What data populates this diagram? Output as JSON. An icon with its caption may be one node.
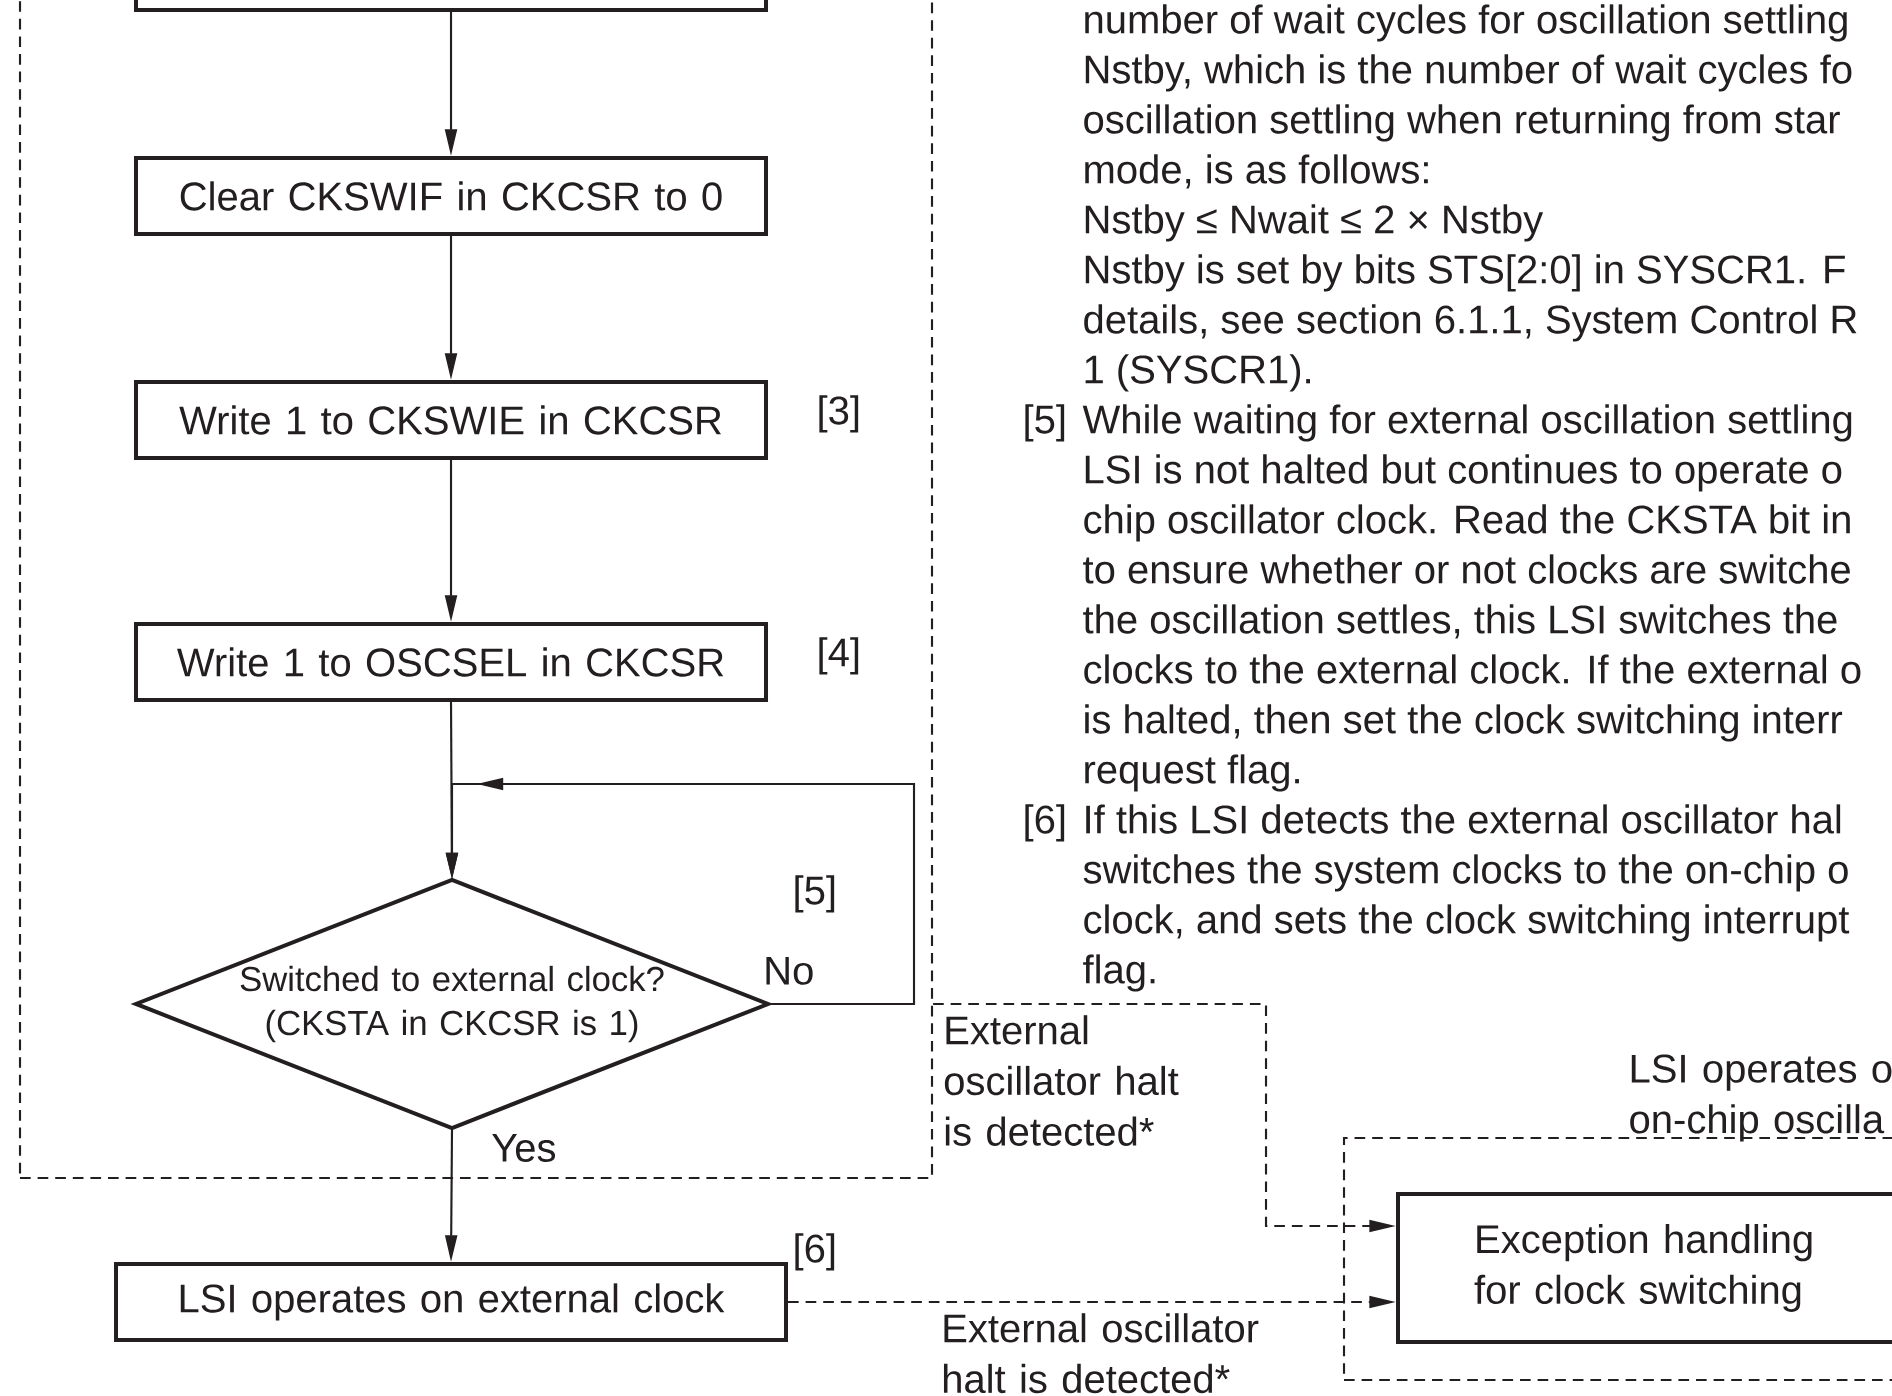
{
  "diagram": {
    "nodes": [
      {
        "text": [],
        "shape": "box"
      },
      {
        "text": [],
        "shape": "box",
        "in": 0
      },
      {
        "text": [
          "Clear CKSWIF in CKCSR to 0"
        ],
        "in": 0
      },
      {
        "text": [
          "Write 1 to CKSWIE in CKCSR"
        ],
        "in": 0,
        "beside": [
          "[3]"
        ]
      },
      {
        "text": [
          "Write 1 to OSCSEL in CKCSR"
        ],
        "in": 0,
        "beside": [
          "[4]"
        ]
      },
      {
        "text": [
          "Switched to external clock? (CKSTA in CKCSR is 1)"
        ],
        "in": 0,
        "beside": [
          "[5]"
        ]
      },
      {
        "text": [
          "LSI operates on external clock"
        ],
        "beside": [
          "[6]"
        ]
      },
      {
        "text": [
          "LSI operates o on-chip oscilla"
        ]
      },
      {
        "text": [
          "Exception handling for clock switching"
        ],
        "in": 7
      }
    ],
    "edges": [
      {
        "from": 1,
        "to": 2,
        "arrow": "to"
      },
      {
        "from": 2,
        "to": 3,
        "arrow": "to"
      },
      {
        "from": 3,
        "to": 4,
        "arrow": "to"
      },
      {
        "from": 4,
        "to": 5,
        "arrow": "to"
      },
      {
        "from": 5,
        "to": 5,
        "arrow": "to",
        "label": "No"
      },
      {
        "from": 5,
        "to": 6,
        "arrow": "to",
        "label": "Yes"
      },
      {
        "from": 0,
        "to": 8,
        "arrow": "to",
        "style": "dashed",
        "label": "External oscillator halt is detected*"
      },
      {
        "from": 6,
        "to": 8,
        "arrow": "to",
        "style": "dashed",
        "label": "External oscillator halt is detected*"
      }
    ],
    "labels": [
      "number of wait cycles for oscillation settling",
      "Nstby, which is the number of wait cycles fo",
      "oscillation settling when returning from star",
      "mode, is as follows:",
      "Nstby ≤ Nwait ≤ 2 × Nstby",
      "Nstby is set by bits STS[2:0] in SYSCR1. F",
      "details, see section 6.1.1, System Control R",
      "1 (SYSCR1).",
      "[5]",
      "While waiting for external oscillation settling",
      "LSI is not halted but continues to operate o",
      "chip oscillator clock. Read the CKSTA bit in",
      "to ensure whether or not clocks are switche",
      "the oscillation settles, this LSI switches the",
      "clocks to the external clock. If the external o",
      "is halted, then set the clock switching interr",
      "request flag.",
      "[6]",
      "If this LSI detects the external oscillator hal",
      "switches the system clocks to the on-chip o",
      "clock, and sets the clock switching interrupt",
      "flag."
    ]
  }
}
